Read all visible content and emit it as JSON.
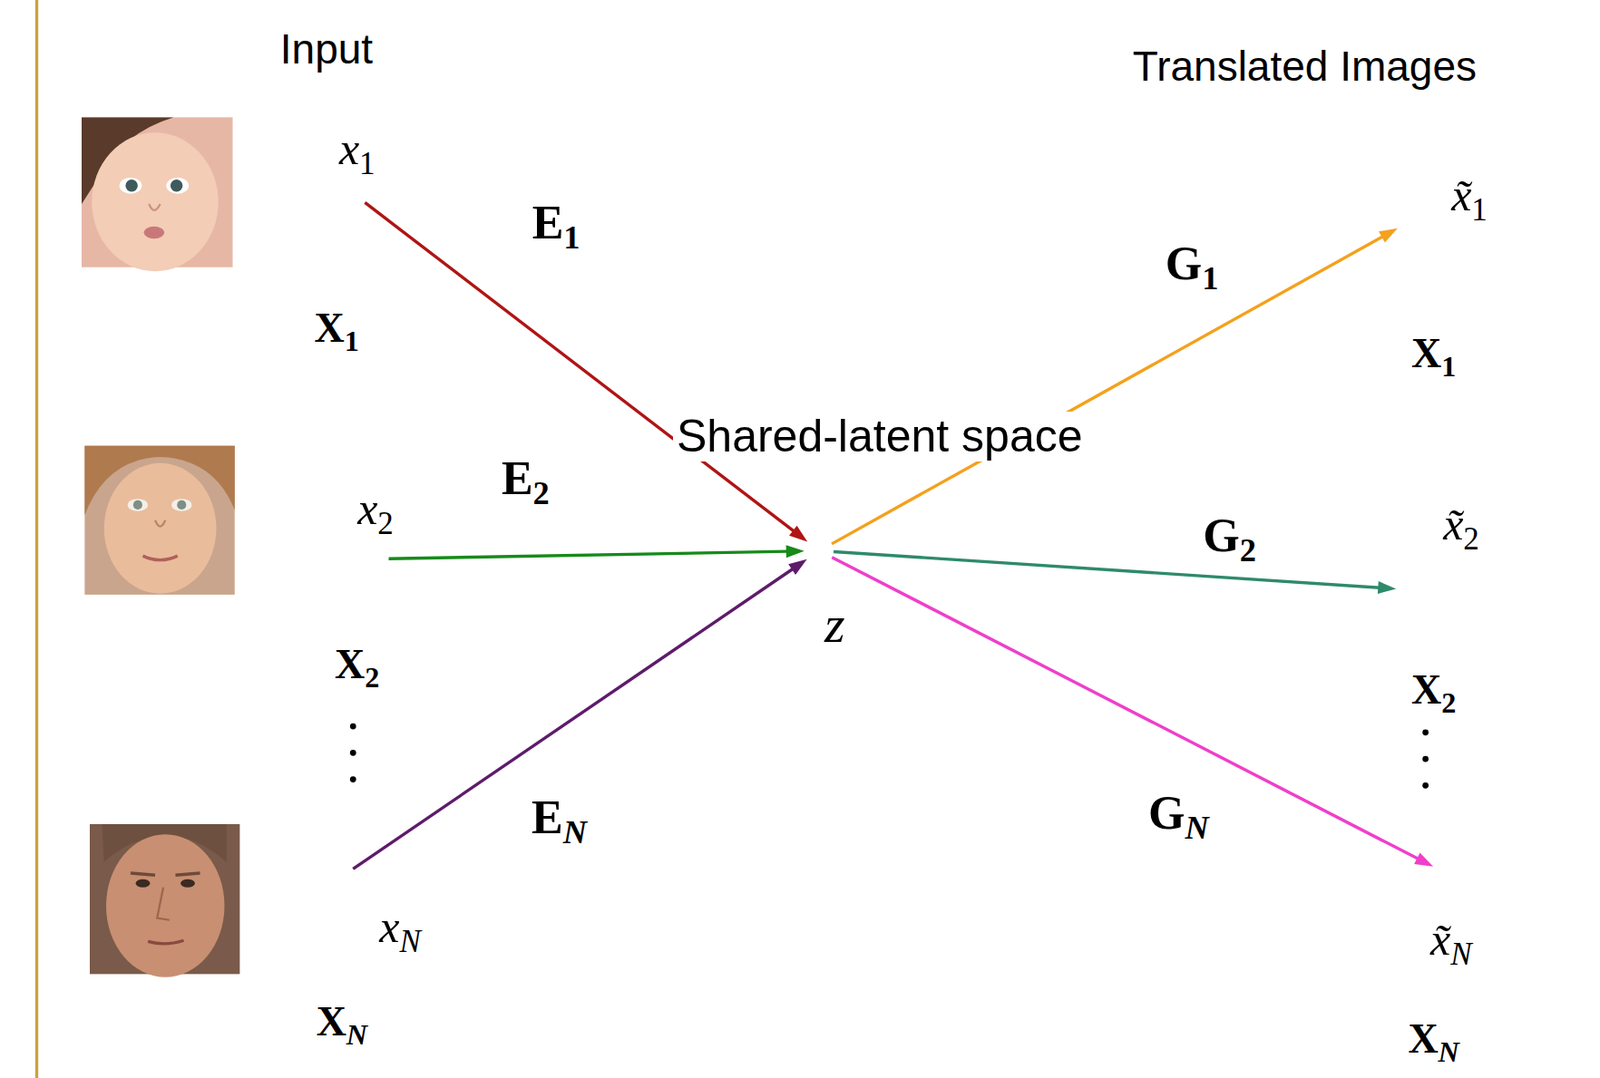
{
  "diagram": {
    "nodes": [
      {
        "text": [
          "x1",
          "X1"
        ]
      },
      {
        "text": [
          "x2",
          "X2"
        ]
      },
      {
        "text": [
          "xN",
          "XN"
        ]
      },
      {
        "text": [
          "Shared-latent space",
          "z"
        ]
      },
      {
        "text": [
          "x̃1",
          "X1"
        ]
      },
      {
        "text": [
          "x̃2",
          "X2"
        ]
      },
      {
        "text": [
          "x̃N",
          "XN"
        ]
      }
    ],
    "edges": [
      {
        "from": 0,
        "to": 3,
        "arrow": "to",
        "label": "E1"
      },
      {
        "from": 1,
        "to": 3,
        "arrow": "to",
        "label": "E2"
      },
      {
        "from": 2,
        "to": 3,
        "arrow": "to",
        "label": "EN"
      },
      {
        "from": 3,
        "to": 4,
        "arrow": "to",
        "label": "G1"
      },
      {
        "from": 3,
        "to": 5,
        "arrow": "to",
        "label": "G2"
      },
      {
        "from": 3,
        "to": 6,
        "arrow": "to",
        "label": "GN"
      }
    ],
    "labels": [
      "Input",
      "Translated Images"
    ]
  }
}
